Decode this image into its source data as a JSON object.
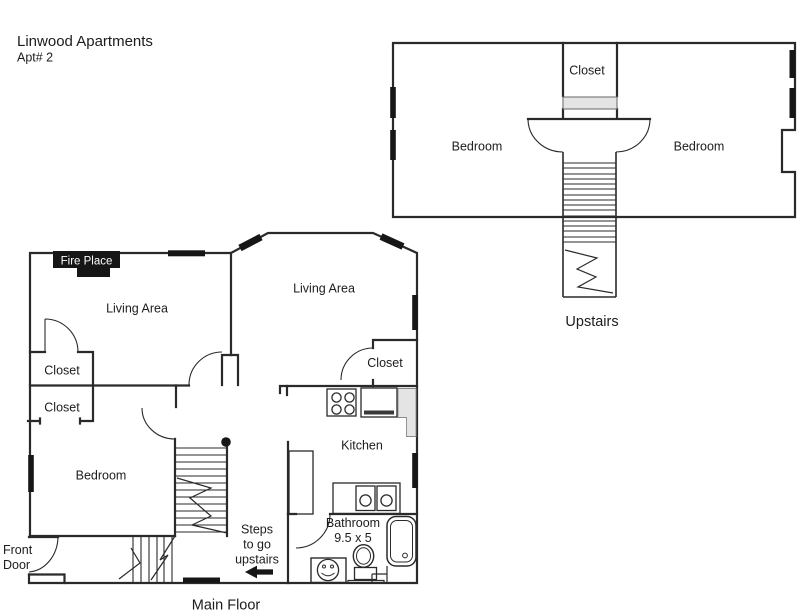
{
  "header": {
    "title": "Linwood Apartments",
    "apt": "Apt# 2"
  },
  "upstairs": {
    "caption": "Upstairs",
    "closet": "Closet",
    "bedroom_left": "Bedroom",
    "bedroom_right": "Bedroom"
  },
  "main_floor": {
    "caption": "Main Floor",
    "fireplace": "Fire Place",
    "living_area_left": "Living Area",
    "living_area_right": "Living Area",
    "closet_upper": "Closet",
    "closet_lower": "Closet",
    "closet_bay": "Closet",
    "bedroom": "Bedroom",
    "kitchen": "Kitchen",
    "bathroom": {
      "name": "Bathroom",
      "size": "9.5 x 5"
    },
    "steps": {
      "line1": "Steps",
      "line2": "to go",
      "line3": "upstairs"
    },
    "front_door": {
      "line1": "Front",
      "line2": "Door"
    }
  },
  "colors": {
    "wall": "#2a2a2a",
    "window": "#161616",
    "shade": "#e4e4e4",
    "background": "#ffffff"
  }
}
